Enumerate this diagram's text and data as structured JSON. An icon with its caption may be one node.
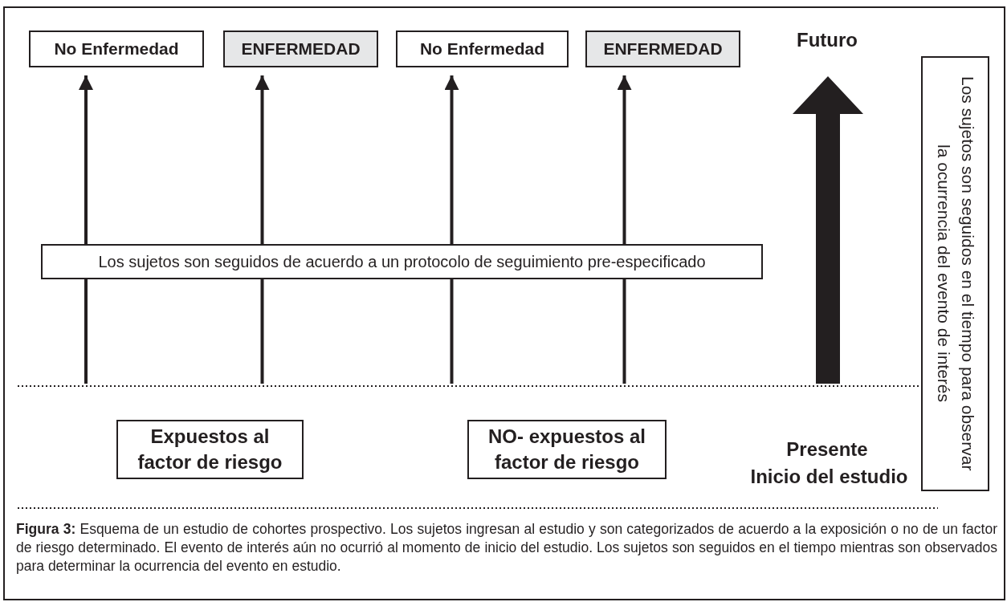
{
  "diagram": {
    "caption": "**Figura 3:** Esquema de un estudio de cohortes prospectivo. Los sujetos ingresan al estudio y son categorizados de acuerdo a la exposición o no de un factor de riesgo determinado. El evento de interés aún no ocurrió al momento de inicio del estudio. Los sujetos son seguidos en el tiempo mientras son observados para determinar la ocurrencia del evento en estudio.",
    "nodes": [
      {
        "text": [
          "No Enfermedad"
        ]
      },
      {
        "text": [
          "ENFERMEDAD"
        ]
      },
      {
        "text": [
          "No Enfermedad"
        ]
      },
      {
        "text": [
          "ENFERMEDAD"
        ]
      },
      {
        "text": [
          "Los sujetos son seguidos de acuerdo a un protocolo de seguimiento pre-especificado"
        ]
      },
      {
        "text": [
          "Expuestos al factor de riesgo"
        ]
      },
      {
        "text": [
          "NO- expuestos al factor de riesgo"
        ]
      },
      {
        "text": [
          "Los sujetos son seguidos en el tiempo para observar la ocurrencia del evento de interés"
        ]
      }
    ],
    "edges": [
      {
        "from": null,
        "to": 0,
        "arrow": "to"
      },
      {
        "from": null,
        "to": 1,
        "arrow": "to"
      },
      {
        "from": null,
        "to": 2,
        "arrow": "to"
      },
      {
        "from": null,
        "to": 3,
        "arrow": "to"
      }
    ],
    "labels": [
      "Futuro",
      "Presente",
      "Inicio del estudio"
    ]
  }
}
